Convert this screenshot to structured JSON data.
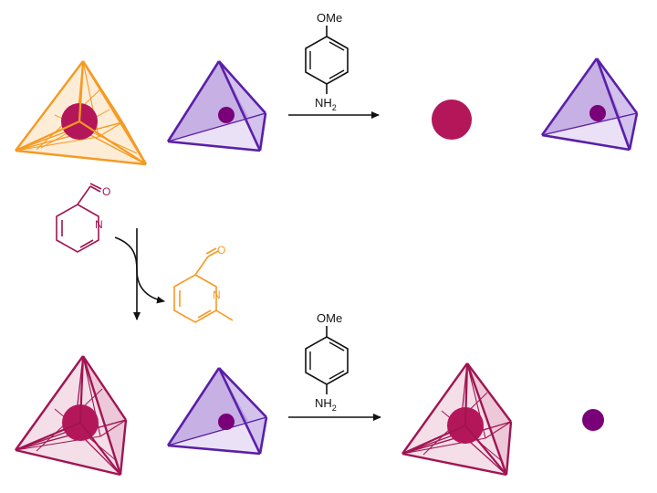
{
  "colors": {
    "orange": "#f59a23",
    "purple": "#5a1fa8",
    "purple_light": "#d9c8ef",
    "magenta": "#b3175a",
    "magenta_cage": "#a01552",
    "ink": "#111111"
  },
  "reagent_top": {
    "substituent": "OMe",
    "amine": "NH",
    "amine_subscript": "2"
  },
  "reagent_bottom": {
    "substituent": "OMe",
    "amine": "NH",
    "amine_subscript": "2"
  },
  "aldehyde_magenta": {
    "ring_atom": "N",
    "carbonyl_atom": "O"
  },
  "aldehyde_orange": {
    "ring_atom": "N",
    "carbonyl_atom": "O"
  },
  "icons": [
    "orange-cage-icon",
    "purple-cage-icon",
    "magenta-cage-icon",
    "magenta-guest-icon",
    "purple-guest-icon"
  ]
}
